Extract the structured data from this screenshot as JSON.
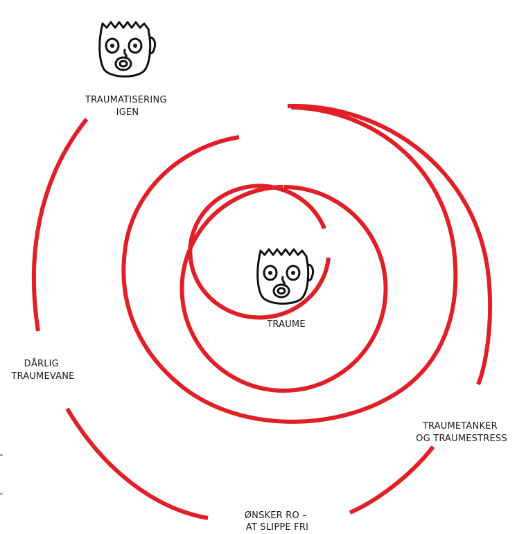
{
  "colors": {
    "spiral": "#e01f26",
    "ink": "#111111"
  },
  "icons": {
    "top_face": "shocked-face-icon",
    "center_face": "shocked-face-icon"
  },
  "labels": {
    "top": [
      "TRAUMATISERING",
      "IGEN"
    ],
    "center": [
      "TRAUME"
    ],
    "left": [
      "DÅRLIG",
      "TRAUMEVANE"
    ],
    "right": [
      "TRAUMETANKER",
      "OG TRAUMESTRESS"
    ],
    "bottom": [
      "ØNSKER RO –",
      "AT SLIPPE FRI"
    ]
  }
}
